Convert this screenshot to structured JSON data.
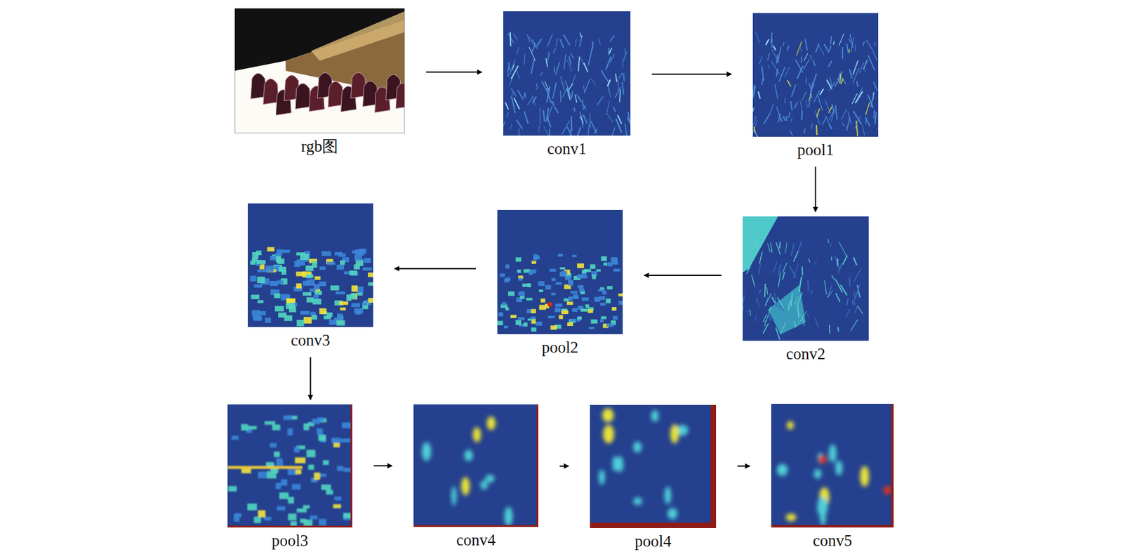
{
  "diagram": {
    "nodes": [
      {
        "text": [
          "rgb图"
        ]
      },
      {
        "text": [
          "conv1"
        ]
      },
      {
        "text": [
          "pool1"
        ]
      },
      {
        "text": [
          "conv2"
        ]
      },
      {
        "text": [
          "pool2"
        ]
      },
      {
        "text": [
          "conv3"
        ]
      },
      {
        "text": [
          "pool3"
        ]
      },
      {
        "text": [
          "conv4"
        ]
      },
      {
        "text": [
          "pool4"
        ]
      },
      {
        "text": [
          "conv5"
        ]
      }
    ],
    "edges": [
      {
        "from": 0,
        "to": 1,
        "arrow": "to"
      },
      {
        "from": 1,
        "to": 2,
        "arrow": "to"
      },
      {
        "from": 2,
        "to": 3,
        "arrow": "to"
      },
      {
        "from": 3,
        "to": 4,
        "arrow": "to"
      },
      {
        "from": 4,
        "to": 5,
        "arrow": "to"
      },
      {
        "from": 5,
        "to": 6,
        "arrow": "to"
      },
      {
        "from": 6,
        "to": 7,
        "arrow": "to"
      },
      {
        "from": 7,
        "to": 8,
        "arrow": "to"
      },
      {
        "from": 8,
        "to": 9,
        "arrow": "to"
      }
    ]
  }
}
